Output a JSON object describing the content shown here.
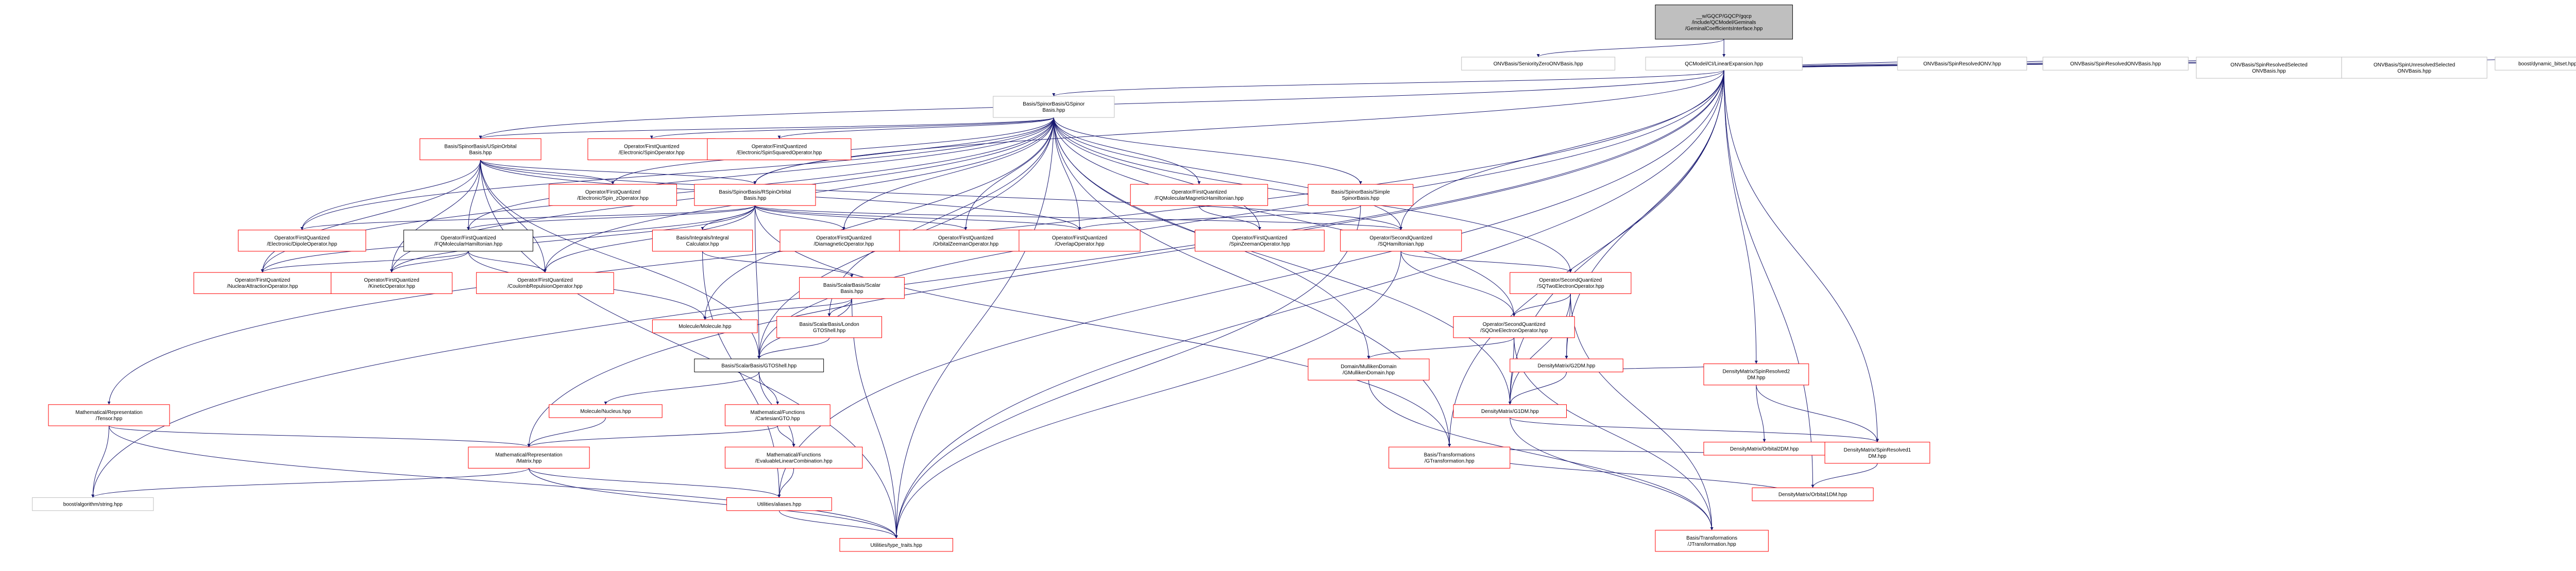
{
  "colors": {
    "root_fill": "#bfbfbf",
    "node_fill": "#ffffff",
    "border_red": "#ff0000",
    "border_gray": "#bfbfbf",
    "border_black": "#000000",
    "edge": "#191970",
    "text": "#000000"
  },
  "nodes": [
    {
      "id": "root",
      "lines": [
        "__w/GQCP/GQCP/gqcp",
        "/include/QCModel/Geminals",
        "/GeminalCoefficientsInterface.hpp"
      ],
      "style": "root"
    },
    {
      "id": "onvbasis_seniority",
      "lines": [
        "ONVBasis/SeniorityZeroONVBasis.hpp"
      ],
      "style": "gray"
    },
    {
      "id": "qcmodel_ci",
      "lines": [
        "QCModel/CI/LinearExpansion.hpp"
      ],
      "style": "gray"
    },
    {
      "id": "gspinor",
      "lines": [
        "Basis/SpinorBasis/GSpinor",
        "Basis.hpp"
      ],
      "style": "gray"
    },
    {
      "id": "uspin",
      "lines": [
        "Basis/SpinorBasis/USpinOrbital",
        "Basis.hpp"
      ],
      "style": "red"
    },
    {
      "id": "el_spin",
      "lines": [
        "Operator/FirstQuantized",
        "/Electronic/SpinOperator.hpp"
      ],
      "style": "red"
    },
    {
      "id": "el_spinsq",
      "lines": [
        "Operator/FirstQuantized",
        "/Electronic/SpinSquaredOperator.hpp"
      ],
      "style": "red"
    },
    {
      "id": "el_spinz",
      "lines": [
        "Operator/FirstQuantized",
        "/Electronic/Spin_zOperator.hpp"
      ],
      "style": "red"
    },
    {
      "id": "rspin",
      "lines": [
        "Basis/SpinorBasis/RSpinOrbital",
        "Basis.hpp"
      ],
      "style": "red"
    },
    {
      "id": "fq_molham_left",
      "lines": [
        "Operator/FirstQuantized",
        "/FQMolecularHamiltonian.hpp"
      ],
      "style": "black"
    },
    {
      "id": "fq_molham_right",
      "lines": [
        "Operator/FirstQuantized",
        "/FQMolecularMagneticHamiltonian.hpp"
      ],
      "style": "red"
    },
    {
      "id": "simple_spinor",
      "lines": [
        "Basis/SpinorBasis/Simple",
        "SpinorBasis.hpp"
      ],
      "style": "red"
    },
    {
      "id": "el_dipole",
      "lines": [
        "Operator/FirstQuantized",
        "/Electronic/DipoleOperator.hpp"
      ],
      "style": "red"
    },
    {
      "id": "integral_calc",
      "lines": [
        "Basis/Integrals/Integral",
        "Calculator.hpp"
      ],
      "style": "red"
    },
    {
      "id": "diamagnetic",
      "lines": [
        "Operator/FirstQuantized",
        "/DiamagneticOperator.hpp"
      ],
      "style": "red"
    },
    {
      "id": "orbital_zeeman",
      "lines": [
        "Operator/FirstQuantized",
        "/OrbitalZeemanOperator.hpp"
      ],
      "style": "red"
    },
    {
      "id": "overlap",
      "lines": [
        "Operator/FirstQuantized",
        "/OverlapOperator.hpp"
      ],
      "style": "red"
    },
    {
      "id": "spin_zeeman",
      "lines": [
        "Operator/FirstQuantized",
        "/SpinZeemanOperator.hpp"
      ],
      "style": "red"
    },
    {
      "id": "sq_ham",
      "lines": [
        "Operator/SecondQuantized",
        "/SQHamiltonian.hpp"
      ],
      "style": "red"
    },
    {
      "id": "nuclear_attr",
      "lines": [
        "Operator/FirstQuantized",
        "/NuclearAttractionOperator.hpp"
      ],
      "style": "red"
    },
    {
      "id": "kinetic",
      "lines": [
        "Operator/FirstQuantized",
        "/KineticOperator.hpp"
      ],
      "style": "red"
    },
    {
      "id": "coulomb",
      "lines": [
        "Operator/FirstQuantized",
        "/CoulombRepulsionOperator.hpp"
      ],
      "style": "red"
    },
    {
      "id": "scalar_basis",
      "lines": [
        "Basis/ScalarBasis/Scalar",
        "Basis.hpp"
      ],
      "style": "red"
    },
    {
      "id": "sq_two",
      "lines": [
        "Operator/SecondQuantized",
        "/SQTwoElectronOperator.hpp"
      ],
      "style": "red"
    },
    {
      "id": "molecule",
      "lines": [
        "Molecule/Molecule.hpp"
      ],
      "style": "red"
    },
    {
      "id": "london_gto",
      "lines": [
        "Basis/ScalarBasis/London",
        "GTOShell.hpp"
      ],
      "style": "red"
    },
    {
      "id": "sq_one",
      "lines": [
        "Operator/SecondQuantized",
        "/SQOneElectronOperator.hpp"
      ],
      "style": "red"
    },
    {
      "id": "gtoshell",
      "lines": [
        "Basis/ScalarBasis/GTOShell.hpp"
      ],
      "style": "black"
    },
    {
      "id": "mullikan",
      "lines": [
        "Domain/MullikenDomain",
        "/GMullikenDomain.hpp"
      ],
      "style": "red"
    },
    {
      "id": "g2dm",
      "lines": [
        "DensityMatrix/G2DM.hpp"
      ],
      "style": "red"
    },
    {
      "id": "spin_resolved2dm",
      "lines": [
        "DensityMatrix/SpinResolved2",
        "DM.hpp"
      ],
      "style": "red"
    },
    {
      "id": "nucleus",
      "lines": [
        "Molecule/Nucleus.hpp"
      ],
      "style": "red"
    },
    {
      "id": "cartesian_gto",
      "lines": [
        "Mathematical/Functions",
        "/CartesianGTO.hpp"
      ],
      "style": "red"
    },
    {
      "id": "math_tensor",
      "lines": [
        "Mathematical/Representation",
        "/Tensor.hpp"
      ],
      "style": "red"
    },
    {
      "id": "g1dm",
      "lines": [
        "DensityMatrix/G1DM.hpp"
      ],
      "style": "red"
    },
    {
      "id": "transformations1",
      "lines": [
        "Basis/Transformations",
        "/GTransformation.hpp"
      ],
      "style": "red"
    },
    {
      "id": "orbital2dm",
      "lines": [
        "DensityMatrix/Orbital2DM.hpp"
      ],
      "style": "red"
    },
    {
      "id": "spin_resolved1dm",
      "lines": [
        "DensityMatrix/SpinResolved1",
        "DM.hpp"
      ],
      "style": "red"
    },
    {
      "id": "math_matrix",
      "lines": [
        "Mathematical/Representation",
        "/Matrix.hpp"
      ],
      "style": "red"
    },
    {
      "id": "eval_lincomb",
      "lines": [
        "Mathematical/Functions",
        "/EvaluableLinearCombination.hpp"
      ],
      "style": "red"
    },
    {
      "id": "orbital1dm",
      "lines": [
        "DensityMatrix/Orbital1DM.hpp"
      ],
      "style": "red"
    },
    {
      "id": "boost_string",
      "lines": [
        "boost/algorithm/string.hpp"
      ],
      "style": "gray"
    },
    {
      "id": "util_aliases",
      "lines": [
        "Utilities/aliases.hpp"
      ],
      "style": "red"
    },
    {
      "id": "util_type_traits",
      "lines": [
        "Utilities/type_traits.hpp"
      ],
      "style": "red"
    },
    {
      "id": "transformations2",
      "lines": [
        "Basis/Transformations",
        "/JTransformation.hpp"
      ],
      "style": "red"
    },
    {
      "id": "onv_spin_resolved_onv",
      "lines": [
        "ONVBasis/SpinResolvedONV.hpp"
      ],
      "style": "gray"
    },
    {
      "id": "onv_spin_resolved_basis",
      "lines": [
        "ONVBasis/SpinResolvedONVBasis.hpp"
      ],
      "style": "gray"
    },
    {
      "id": "onv_selected",
      "lines": [
        "ONVBasis/SpinResolvedSelected",
        "ONVBasis.hpp"
      ],
      "style": "gray"
    },
    {
      "id": "onv_unresolved_selected",
      "lines": [
        "ONVBasis/SpinUnresolvedSelected",
        "ONVBasis.hpp"
      ],
      "style": "gray"
    },
    {
      "id": "boost_bitset",
      "lines": [
        "boost/dynamic_bitset.hpp"
      ],
      "style": "gray"
    }
  ],
  "edges": [
    [
      "root",
      "onvbasis_seniority"
    ],
    [
      "root",
      "qcmodel_ci"
    ],
    [
      "qcmodel_ci",
      "gspinor"
    ],
    [
      "qcmodel_ci",
      "uspin"
    ],
    [
      "qcmodel_ci",
      "rspin"
    ],
    [
      "qcmodel_ci",
      "sq_ham"
    ],
    [
      "qcmodel_ci",
      "g2dm"
    ],
    [
      "qcmodel_ci",
      "g1dm"
    ],
    [
      "qcmodel_ci",
      "spin_resolved2dm"
    ],
    [
      "qcmodel_ci",
      "spin_resolved1dm"
    ],
    [
      "qcmodel_ci",
      "orbital1dm"
    ],
    [
      "qcmodel_ci",
      "transformations1"
    ],
    [
      "qcmodel_ci",
      "math_tensor"
    ],
    [
      "qcmodel_ci",
      "math_matrix"
    ],
    [
      "qcmodel_ci",
      "gtoshell"
    ],
    [
      "qcmodel_ci",
      "boost_string"
    ],
    [
      "qcmodel_ci",
      "util_aliases"
    ],
    [
      "qcmodel_ci",
      "util_type_traits"
    ],
    [
      "qcmodel_ci",
      "onv_spin_resolved_onv"
    ],
    [
      "qcmodel_ci",
      "onv_spin_resolved_basis"
    ],
    [
      "qcmodel_ci",
      "onv_selected"
    ],
    [
      "qcmodel_ci",
      "onv_unresolved_selected"
    ],
    [
      "qcmodel_ci",
      "boost_bitset"
    ],
    [
      "gspinor",
      "uspin"
    ],
    [
      "gspinor",
      "el_spin"
    ],
    [
      "gspinor",
      "el_spinsq"
    ],
    [
      "gspinor",
      "el_spinz"
    ],
    [
      "gspinor",
      "rspin"
    ],
    [
      "gspinor",
      "fq_molham_left"
    ],
    [
      "gspinor",
      "fq_molham_right"
    ],
    [
      "gspinor",
      "simple_spinor"
    ],
    [
      "gspinor",
      "el_dipole"
    ],
    [
      "gspinor",
      "diamagnetic"
    ],
    [
      "gspinor",
      "orbital_zeeman"
    ],
    [
      "gspinor",
      "overlap"
    ],
    [
      "gspinor",
      "spin_zeeman"
    ],
    [
      "gspinor",
      "sq_ham"
    ],
    [
      "gspinor",
      "nuclear_attr"
    ],
    [
      "gspinor",
      "kinetic"
    ],
    [
      "gspinor",
      "coulomb"
    ],
    [
      "gspinor",
      "sq_two"
    ],
    [
      "gspinor",
      "molecule"
    ],
    [
      "gspinor",
      "london_gto"
    ],
    [
      "gspinor",
      "sq_one"
    ],
    [
      "gspinor",
      "gtoshell"
    ],
    [
      "gspinor",
      "mullikan"
    ],
    [
      "gspinor",
      "g1dm"
    ],
    [
      "gspinor",
      "transformations1"
    ],
    [
      "gspinor",
      "util_type_traits"
    ],
    [
      "uspin",
      "rspin"
    ],
    [
      "uspin",
      "el_spinz"
    ],
    [
      "uspin",
      "fq_molham_left"
    ],
    [
      "uspin",
      "el_dipole"
    ],
    [
      "uspin",
      "overlap"
    ],
    [
      "uspin",
      "nuclear_attr"
    ],
    [
      "uspin",
      "kinetic"
    ],
    [
      "uspin",
      "coulomb"
    ],
    [
      "uspin",
      "sq_ham"
    ],
    [
      "uspin",
      "gtoshell"
    ],
    [
      "uspin",
      "util_type_traits"
    ],
    [
      "rspin",
      "fq_molham_left"
    ],
    [
      "rspin",
      "el_dipole"
    ],
    [
      "rspin",
      "integral_calc"
    ],
    [
      "rspin",
      "diamagnetic"
    ],
    [
      "rspin",
      "orbital_zeeman"
    ],
    [
      "rspin",
      "overlap"
    ],
    [
      "rspin",
      "sq_ham"
    ],
    [
      "rspin",
      "nuclear_attr"
    ],
    [
      "rspin",
      "kinetic"
    ],
    [
      "rspin",
      "coulomb"
    ],
    [
      "rspin",
      "gtoshell"
    ],
    [
      "rspin",
      "transformations1"
    ],
    [
      "fq_molham_right",
      "spin_zeeman"
    ],
    [
      "simple_spinor",
      "overlap"
    ],
    [
      "simple_spinor",
      "util_type_traits"
    ],
    [
      "fq_molham_left",
      "nuclear_attr"
    ],
    [
      "fq_molham_left",
      "kinetic"
    ],
    [
      "fq_molham_left",
      "coulomb"
    ],
    [
      "fq_molham_left",
      "molecule"
    ],
    [
      "integral_calc",
      "scalar_basis"
    ],
    [
      "integral_calc",
      "util_aliases"
    ],
    [
      "sq_ham",
      "sq_two"
    ],
    [
      "sq_ham",
      "sq_one"
    ],
    [
      "sq_ham",
      "util_type_traits"
    ],
    [
      "sq_two",
      "sq_one"
    ],
    [
      "sq_two",
      "g2dm"
    ],
    [
      "sq_two",
      "g1dm"
    ],
    [
      "sq_two",
      "transformations2"
    ],
    [
      "scalar_basis",
      "molecule"
    ],
    [
      "scalar_basis",
      "london_gto"
    ],
    [
      "scalar_basis",
      "gtoshell"
    ],
    [
      "scalar_basis",
      "util_type_traits"
    ],
    [
      "london_gto",
      "gtoshell"
    ],
    [
      "sq_one",
      "mullikan"
    ],
    [
      "sq_one",
      "g1dm"
    ],
    [
      "sq_one",
      "transformations2"
    ],
    [
      "gtoshell",
      "nucleus"
    ],
    [
      "gtoshell",
      "cartesian_gto"
    ],
    [
      "gtoshell",
      "eval_lincomb"
    ],
    [
      "mullikan",
      "transformations2"
    ],
    [
      "g2dm",
      "g1dm"
    ],
    [
      "g2dm",
      "spin_resolved2dm"
    ],
    [
      "spin_resolved2dm",
      "orbital2dm"
    ],
    [
      "spin_resolved2dm",
      "spin_resolved1dm"
    ],
    [
      "nucleus",
      "math_matrix"
    ],
    [
      "cartesian_gto",
      "eval_lincomb"
    ],
    [
      "cartesian_gto",
      "math_matrix"
    ],
    [
      "math_tensor",
      "math_matrix"
    ],
    [
      "math_tensor",
      "boost_string"
    ],
    [
      "math_tensor",
      "util_type_traits"
    ],
    [
      "g1dm",
      "transformations2"
    ],
    [
      "g1dm",
      "spin_resolved1dm"
    ],
    [
      "orbital2dm",
      "transformations1"
    ],
    [
      "spin_resolved1dm",
      "orbital1dm"
    ],
    [
      "orbital1dm",
      "transformations1"
    ],
    [
      "math_matrix",
      "util_aliases"
    ],
    [
      "math_matrix",
      "util_type_traits"
    ],
    [
      "math_matrix",
      "boost_string"
    ],
    [
      "eval_lincomb",
      "util_aliases"
    ],
    [
      "util_aliases",
      "util_type_traits"
    ]
  ]
}
